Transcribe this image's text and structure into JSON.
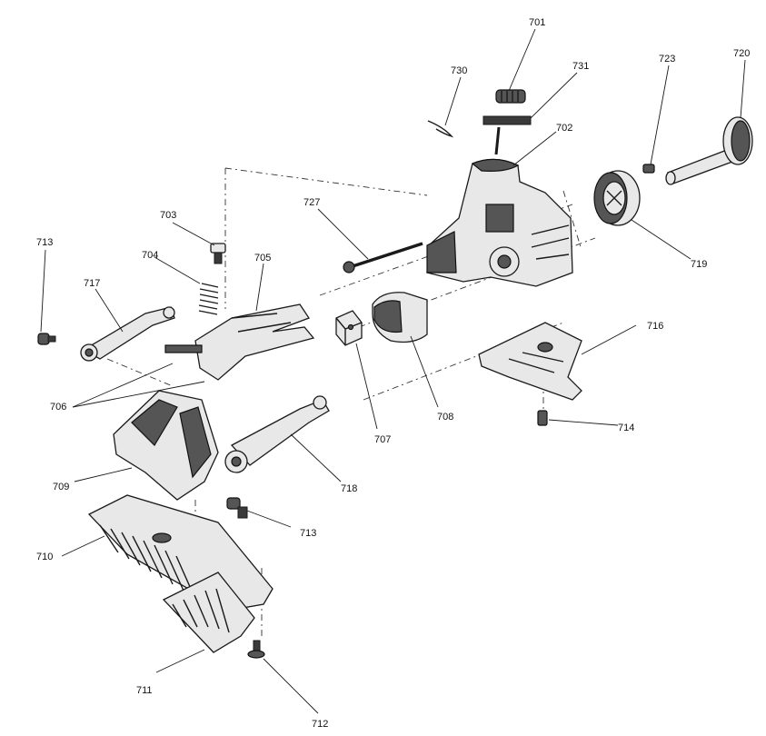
{
  "labels": {
    "p701": "701",
    "p702": "702",
    "p703": "703",
    "p704": "704",
    "p705": "705",
    "p706": "706",
    "p707": "707",
    "p708": "708",
    "p709": "709",
    "p710": "710",
    "p711": "711",
    "p712": "712",
    "p713a": "713",
    "p713b": "713",
    "p714": "714",
    "p716": "716",
    "p717": "717",
    "p718": "718",
    "p719": "719",
    "p720": "720",
    "p723": "723",
    "p727": "727",
    "p730": "730",
    "p731": "731"
  }
}
